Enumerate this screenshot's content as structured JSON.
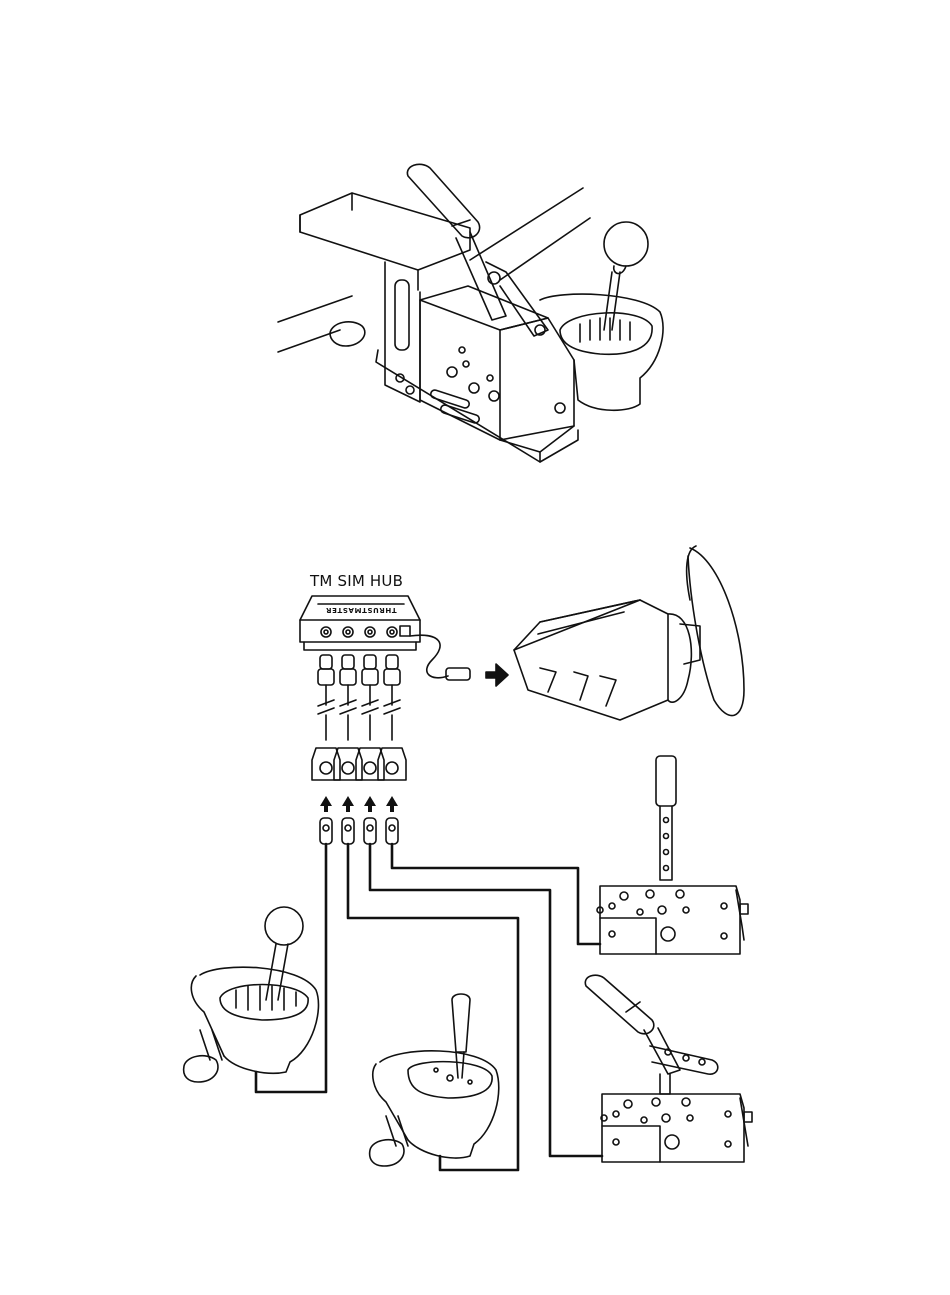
{
  "diagram": {
    "hub_label": "TM SIM HUB",
    "hub_brand": "THRUSTMASTER",
    "stroke_color": "#111111",
    "background": "#ffffff",
    "components": [
      {
        "id": "clamp-assembly",
        "icon": "handbrake-shifter-clamp-icon"
      },
      {
        "id": "sim-hub",
        "icon": "usb-hub-icon"
      },
      {
        "id": "racing-wheel-base",
        "icon": "steering-wheel-icon"
      },
      {
        "id": "h-shifter",
        "icon": "h-pattern-shifter-icon"
      },
      {
        "id": "sequential-shifter",
        "icon": "sequential-shifter-icon"
      },
      {
        "id": "sequential-lever",
        "icon": "sequential-lever-icon"
      },
      {
        "id": "handbrake",
        "icon": "handbrake-icon"
      }
    ]
  }
}
